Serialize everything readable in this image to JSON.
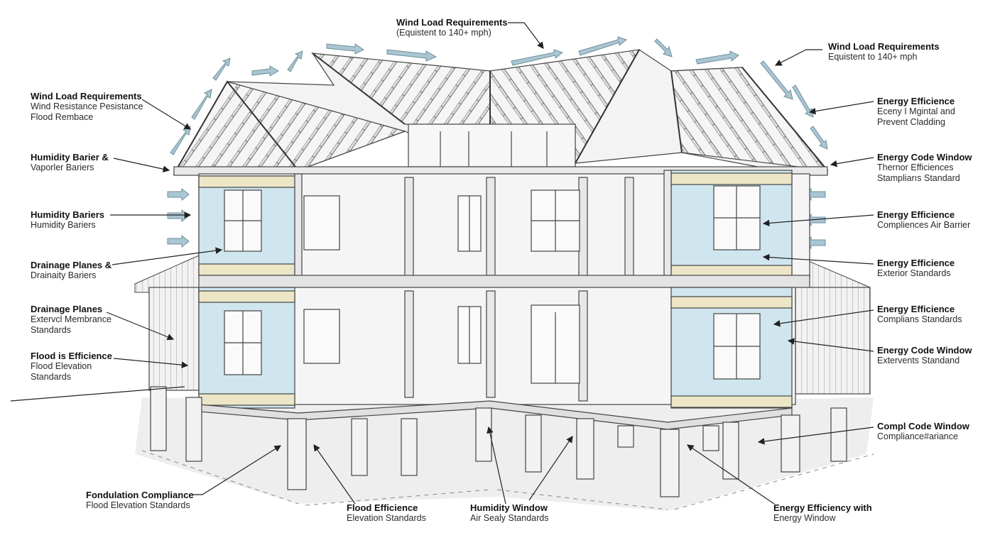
{
  "colors": {
    "line": "#3a3a3a",
    "panel_fill": "#d6eaf0",
    "panel_band": "#efe9cf",
    "wall_fill": "#f4f4f4",
    "roof_fill": "#ececec",
    "arrow_fill": "#a7c4d0",
    "shadow": "#e2e2e2"
  },
  "callouts": {
    "top_center": {
      "title": "Wind Load Requirements",
      "lines": [
        "(Equistent to 140+ mph)"
      ]
    },
    "top_right": {
      "title": "Wind Load Requirements",
      "lines": [
        "Equistent to 140+ mph"
      ]
    },
    "left": [
      {
        "title": "Wind Load Requirements",
        "lines": [
          "Wind Resistance Pesistance",
          "Flood Rembace"
        ]
      },
      {
        "title": "Humidity Barier &",
        "lines": [
          "Vaporler Bariers"
        ]
      },
      {
        "title": "Humidity Bariers",
        "lines": [
          "Humidity Bariers"
        ]
      },
      {
        "title": "Drainage Planes &",
        "lines": [
          "Drainaity Bariers"
        ]
      },
      {
        "title": "Drainage Planes",
        "lines": [
          "Extervcl Membrance",
          "Standards"
        ]
      },
      {
        "title": "Flood is Efficience",
        "lines": [
          "Flood Elevation",
          "Standards"
        ]
      }
    ],
    "right": [
      {
        "title": "Energy Efficience",
        "lines": [
          "Eceny I Mgintal and",
          "Prevent Cladding"
        ]
      },
      {
        "title": "Energy Code Window",
        "lines": [
          "Thernor Efficiences",
          "Stampliarıs Standard"
        ]
      },
      {
        "title": "Energy Efficience",
        "lines": [
          "Compliences Air Barrier"
        ]
      },
      {
        "title": "Energy Efficience",
        "lines": [
          "Exterior Standards"
        ]
      },
      {
        "title": "Energy Efficience",
        "lines": [
          "Complians Standards"
        ]
      },
      {
        "title": "Energy Code Window",
        "lines": [
          "Extervents Standand"
        ]
      },
      {
        "title": "Compl Code Window",
        "lines": [
          "Compliance#ariance"
        ]
      }
    ],
    "bottom": [
      {
        "title": "Fondulation Compliance",
        "lines": [
          "Flood Elevation Standards"
        ]
      },
      {
        "title": "Flood Efficience",
        "lines": [
          "Elevation Standards"
        ]
      },
      {
        "title": "Humidity Window",
        "lines": [
          "Air Sealy Standards"
        ]
      },
      {
        "title": "Energy Efficiency with",
        "lines": [
          "Energy Window"
        ]
      }
    ]
  }
}
